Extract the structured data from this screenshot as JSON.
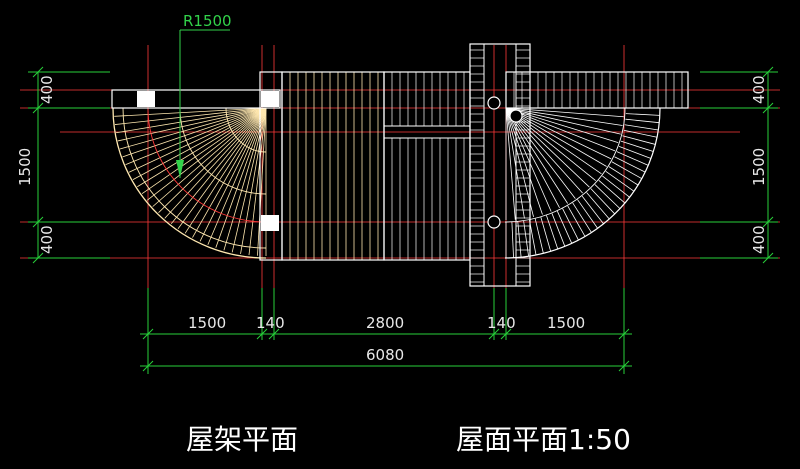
{
  "colors": {
    "background": "#000000",
    "structure": "#ffffff",
    "hatch": "#ffe8b0",
    "accent_red": "#ff3a3a",
    "dimension": "#27d13a",
    "text": "#e8e8e8"
  },
  "annotations": {
    "radius_label": "R1500"
  },
  "dimensions": {
    "bottom_segments": [
      "1500",
      "140",
      "2800",
      "140",
      "1500"
    ],
    "bottom_total": "6080",
    "left_vertical": [
      "400",
      "1500",
      "400"
    ],
    "right_vertical": [
      "400",
      "1500",
      "400"
    ]
  },
  "titles": {
    "left": "屋架平面",
    "right": "屋面平面1:50"
  },
  "icons": {
    "radius_arrow": "arrow-down-icon",
    "column_post": "square-post-icon",
    "pin": "circle-pin-icon"
  }
}
